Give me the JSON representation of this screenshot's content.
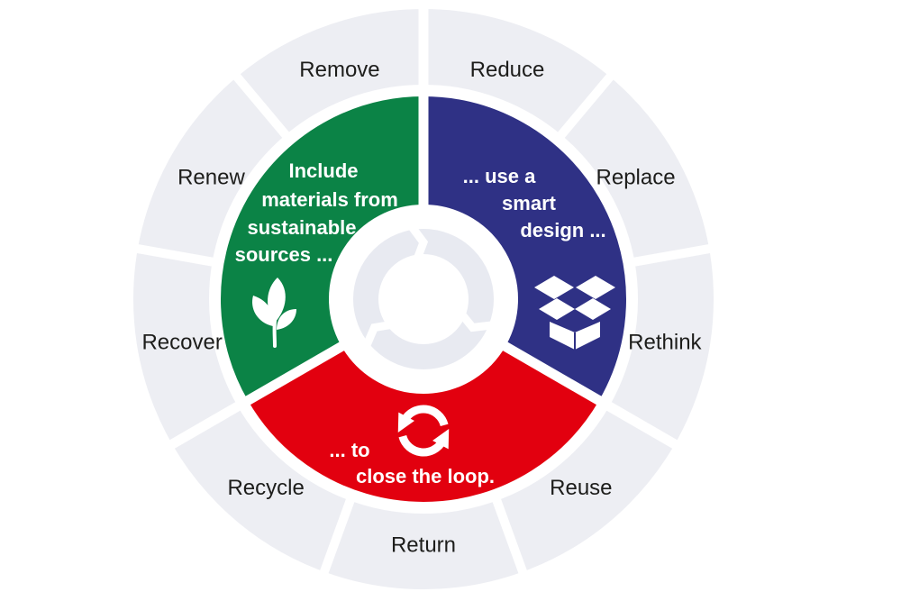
{
  "diagram": {
    "type": "circular-economy-wheel",
    "colors": {
      "background": "#ffffff",
      "ring_gray": "#edeef3",
      "center_ring": "#e8eaf1",
      "divider": "#ffffff",
      "label_text": "#1d1d1b",
      "segment_text": "#ffffff",
      "green": "#0b8346",
      "blue": "#2f3185",
      "red": "#e2000f"
    },
    "outer_ring": {
      "labels": [
        "Reduce",
        "Replace",
        "Rethink",
        "Reuse",
        "Return",
        "Recycle",
        "Recover",
        "Renew",
        "Remove"
      ]
    },
    "segments": [
      {
        "name": "include-materials",
        "color_key": "green",
        "icon": "leaf-icon",
        "lines": [
          "Include",
          "materials from",
          "sustainable",
          "sources ..."
        ]
      },
      {
        "name": "smart-design",
        "color_key": "blue",
        "icon": "open-box-icon",
        "lines": [
          "... use a",
          "smart",
          "design ..."
        ]
      },
      {
        "name": "close-loop",
        "color_key": "red",
        "icon": "cycle-arrows-icon",
        "lines": [
          "... to",
          "close the loop."
        ]
      }
    ],
    "center": {
      "icon": "cycle-ring-icon"
    }
  }
}
